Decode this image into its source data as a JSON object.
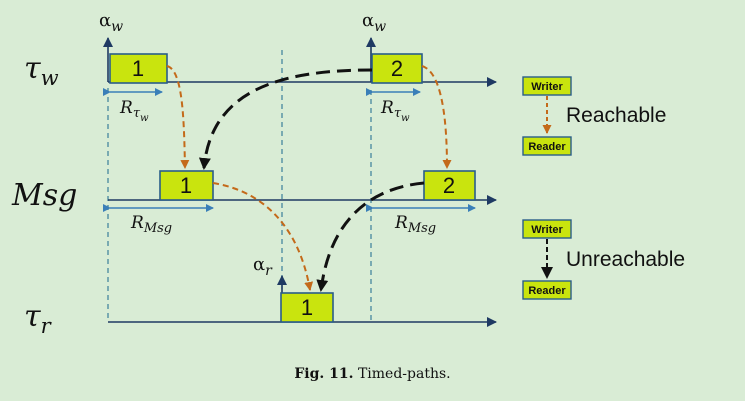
{
  "rows": {
    "writer": {
      "label": "τ",
      "sub": "w"
    },
    "msg": {
      "label": "Msg"
    },
    "reader": {
      "label": "τ",
      "sub": "r"
    }
  },
  "alpha_labels": {
    "writer_1": {
      "label": "α",
      "sub": "w"
    },
    "writer_2": {
      "label": "α",
      "sub": "w"
    },
    "reader_1": {
      "label": "α",
      "sub": "r"
    }
  },
  "tasks": {
    "writer_1": "1",
    "writer_2": "2",
    "msg_1": "1",
    "msg_2": "2",
    "reader_1": "1"
  },
  "response_times": {
    "writer_1": {
      "label": "R",
      "sub": "τ",
      "subsub": "w"
    },
    "writer_2": {
      "label": "R",
      "sub": "τ",
      "subsub": "w"
    },
    "msg_1": {
      "label": "R",
      "sub": "Msg"
    },
    "msg_2": {
      "label": "R",
      "sub": "Msg"
    }
  },
  "legend": {
    "reachable": {
      "writer": "Writer",
      "reader": "Reader",
      "status": "Reachable"
    },
    "unreachable": {
      "writer": "Writer",
      "reader": "Reader",
      "status": "Unreachable"
    }
  },
  "colors": {
    "background": "#d9ecd5",
    "task_fill": "#c9e40e",
    "reachable_path": "#c46a1a",
    "unreachable_path": "#111111",
    "timeline": "#1f3a63"
  },
  "caption": {
    "fig": "Fig. 11.",
    "text": "Timed-paths."
  }
}
